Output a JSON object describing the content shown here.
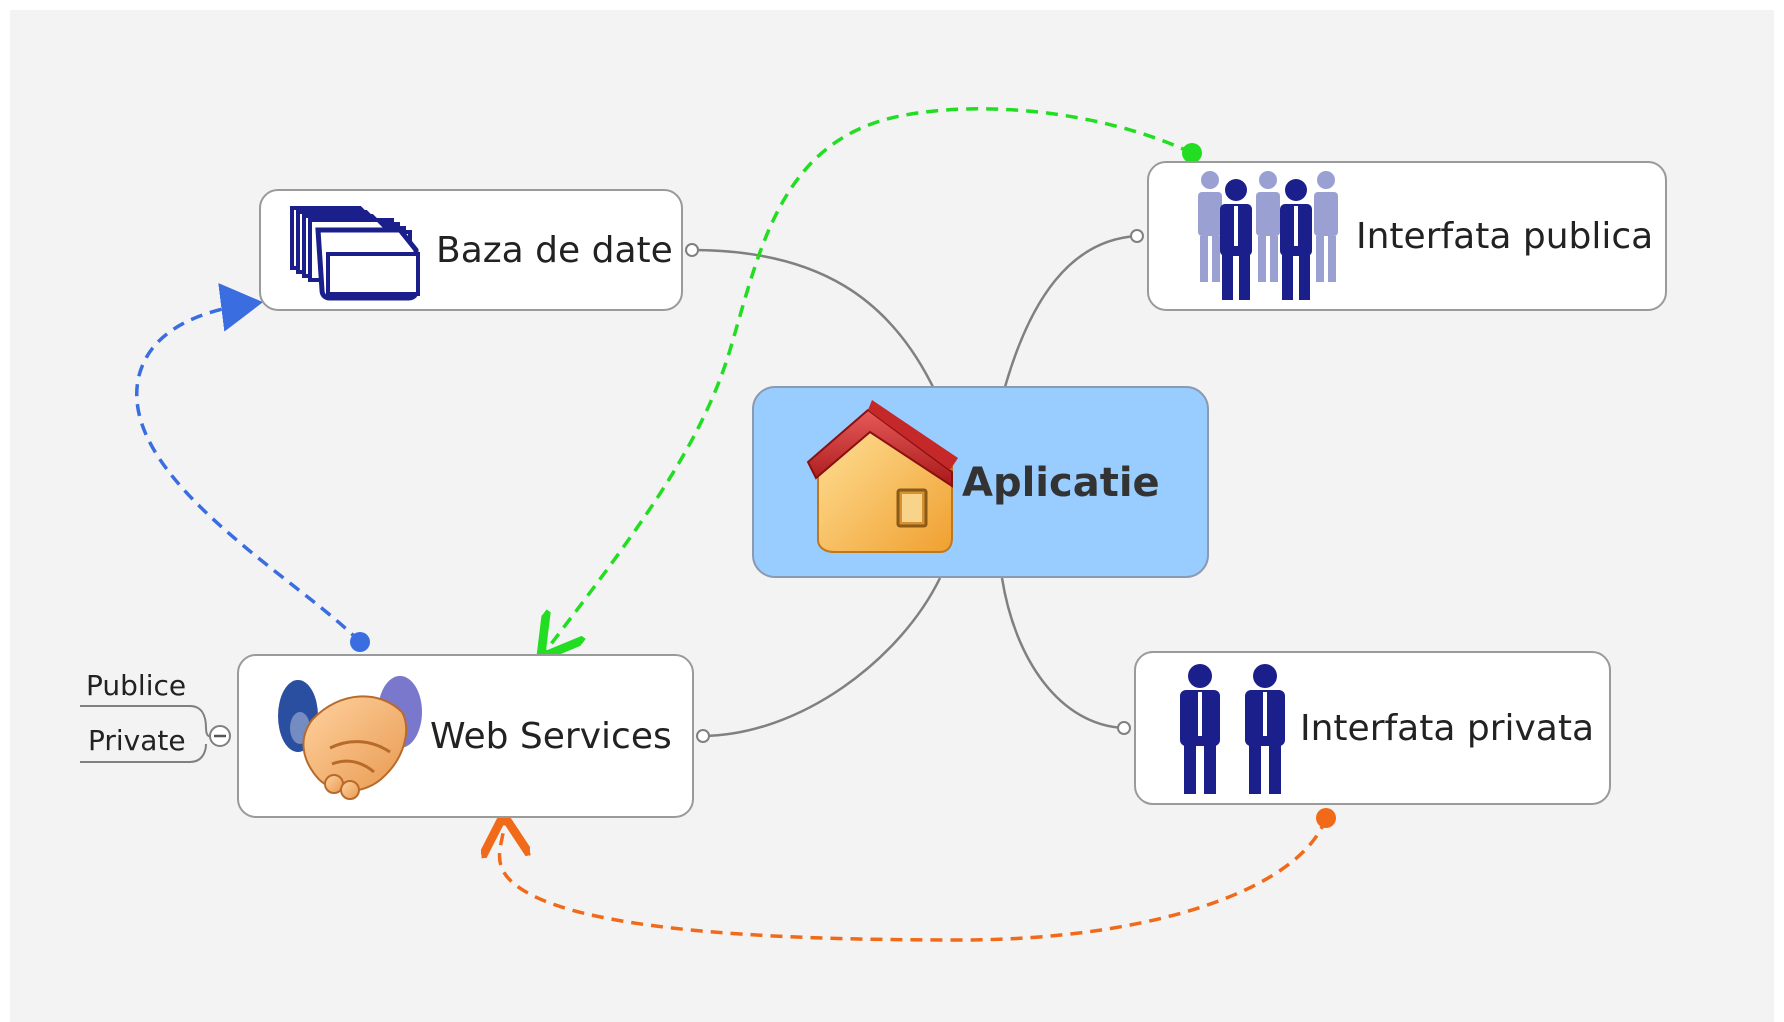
{
  "central": {
    "label": "Aplicatie"
  },
  "nodes": {
    "database": {
      "label": "Baza de date"
    },
    "web_services": {
      "label": "Web Services"
    },
    "public_interface": {
      "label": "Interfata publica"
    },
    "private_interface": {
      "label": "Interfata privata"
    }
  },
  "subtopics": {
    "publice": "Publice",
    "private": "Private"
  },
  "colors": {
    "background": "#f3f3f3",
    "central_fill": "#99ccff",
    "connector": "#808080",
    "relation_blue": "#3a6de0",
    "relation_green": "#22dd22",
    "relation_orange": "#f06a1a",
    "icon_navy": "#1b1f8c"
  },
  "icons": {
    "central": "house-icon",
    "database": "folders-icon",
    "web_services": "handshake-icon",
    "public_interface": "group-people-icon",
    "private_interface": "two-people-icon"
  }
}
